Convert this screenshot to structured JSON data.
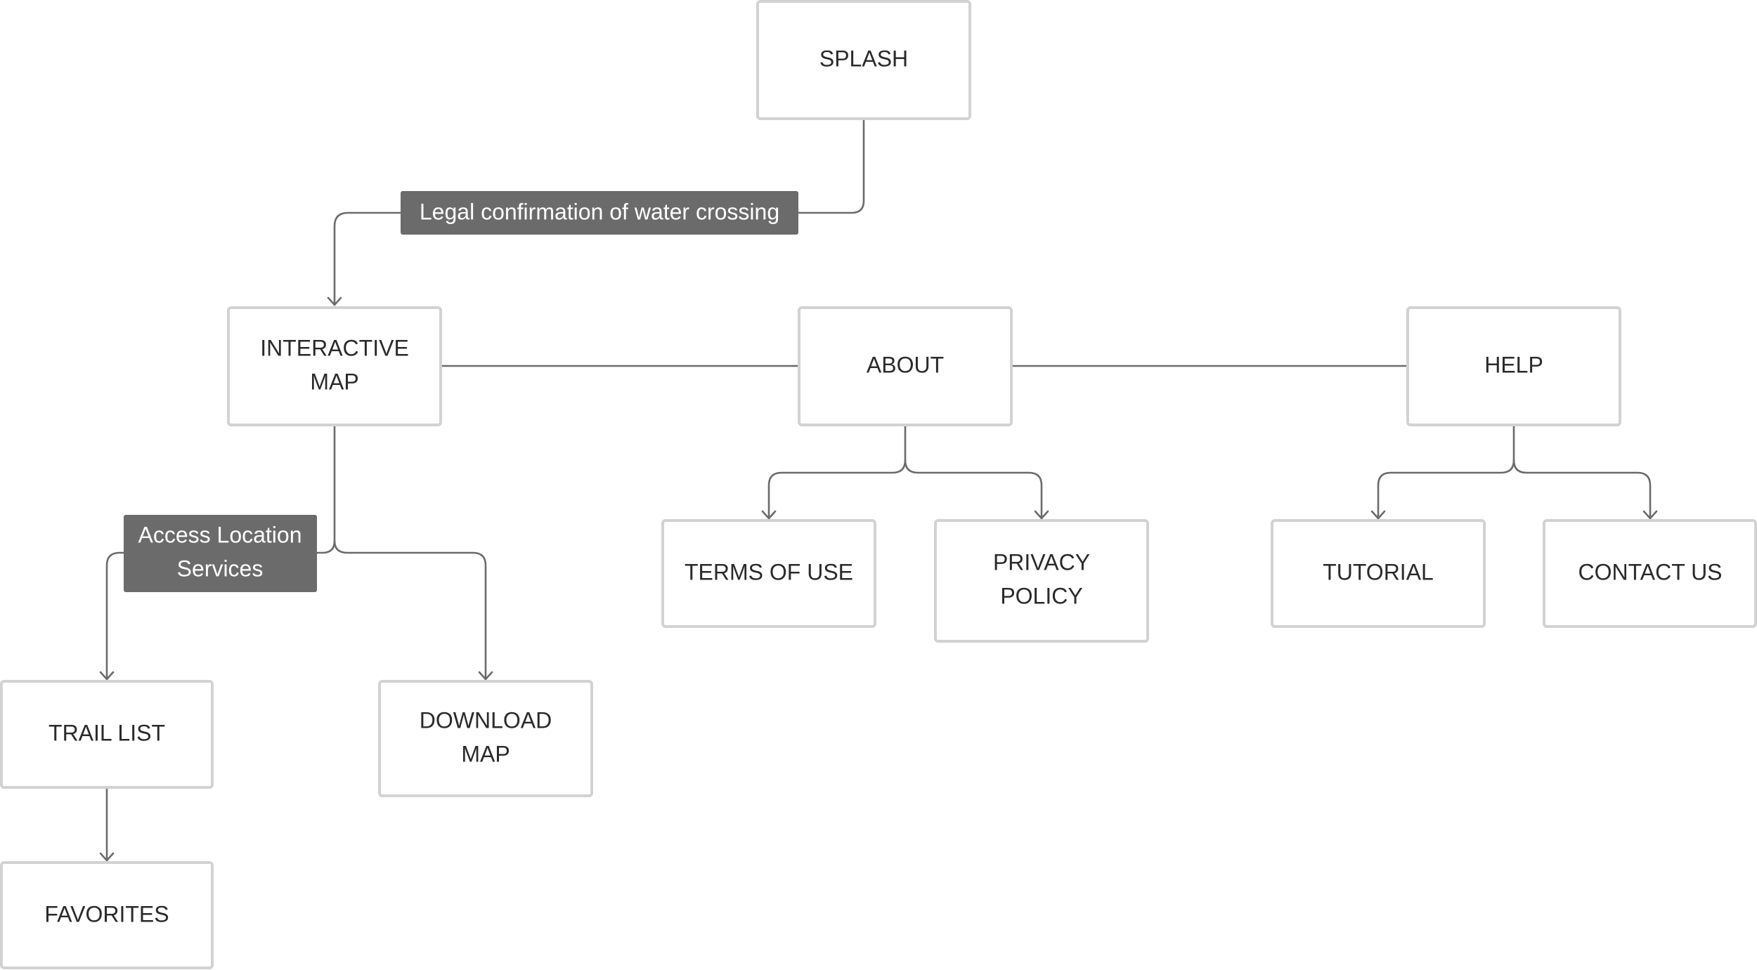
{
  "colors": {
    "node_border": "#d2d2d2",
    "node_fill": "#ffffff",
    "node_text": "#2a2a2a",
    "connector": "#6b6b6b",
    "label_fill": "#6b6b6b",
    "label_text": "#ffffff"
  },
  "nodes": {
    "splash": {
      "lines": [
        "SPLASH"
      ]
    },
    "interactive_map": {
      "lines": [
        "INTERACTIVE",
        "MAP"
      ]
    },
    "about": {
      "lines": [
        "ABOUT"
      ]
    },
    "help": {
      "lines": [
        "HELP"
      ]
    },
    "terms_of_use": {
      "lines": [
        "TERMS OF USE"
      ]
    },
    "privacy_policy": {
      "lines": [
        "PRIVACY",
        "POLICY"
      ]
    },
    "tutorial": {
      "lines": [
        "TUTORIAL"
      ]
    },
    "contact_us": {
      "lines": [
        "CONTACT US"
      ]
    },
    "trail_list": {
      "lines": [
        "TRAIL LIST"
      ]
    },
    "download_map": {
      "lines": [
        "DOWNLOAD",
        "MAP"
      ]
    },
    "favorites": {
      "lines": [
        "FAVORITES"
      ]
    }
  },
  "edge_labels": {
    "legal": {
      "lines": [
        "Legal confirmation of water crossing"
      ]
    },
    "location": {
      "lines": [
        "Access Location",
        "Services"
      ]
    }
  }
}
